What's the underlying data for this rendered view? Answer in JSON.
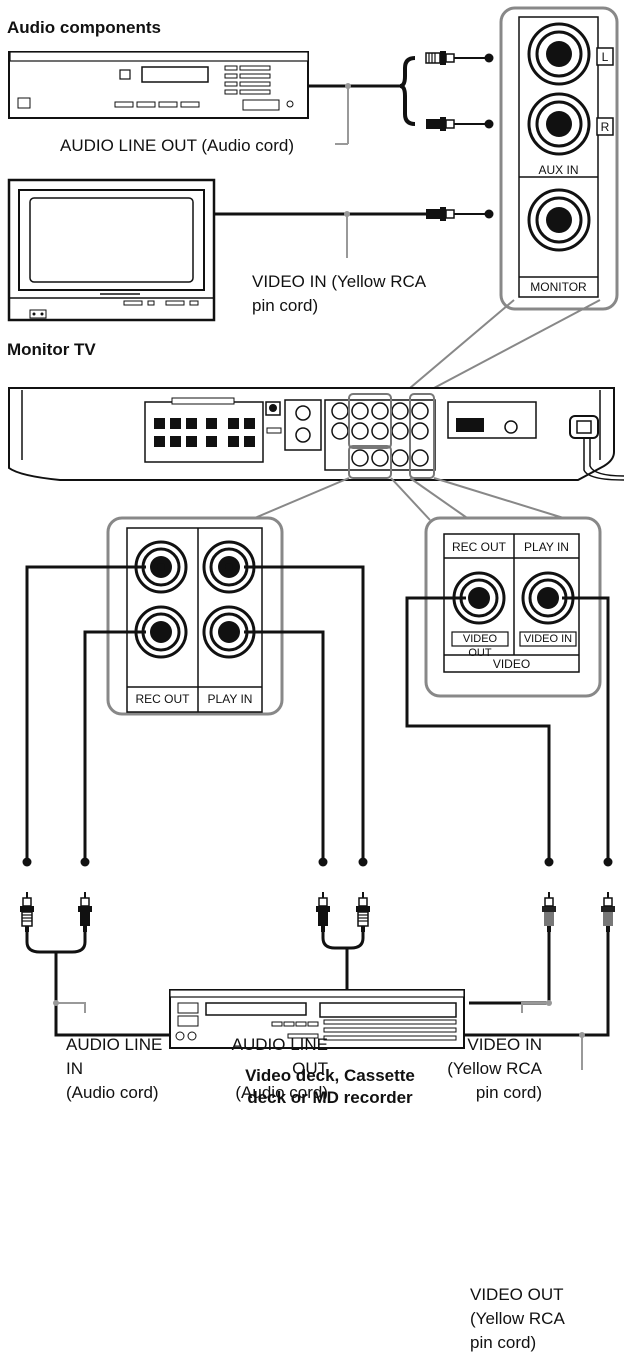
{
  "headings": {
    "audio_components": "Audio components",
    "monitor_tv": "Monitor TV",
    "video_deck": [
      "Video deck, Cassette",
      "deck or MD recorder"
    ]
  },
  "callouts": {
    "audio_line_out_top": "AUDIO LINE OUT (Audio cord)",
    "video_in_top": [
      "VIDEO IN (Yellow RCA",
      "pin cord)"
    ],
    "audio_line_in": [
      "AUDIO LINE",
      "IN",
      "(Audio cord)"
    ],
    "audio_line_out": [
      "AUDIO LINE",
      "OUT",
      "(Audio cord)"
    ],
    "video_in_bottom": [
      "VIDEO IN",
      "(Yellow RCA",
      "pin cord)"
    ],
    "video_out": [
      "VIDEO OUT",
      "(Yellow RCA",
      "pin cord)"
    ]
  },
  "jack_labels": {
    "left": "L",
    "right": "R",
    "aux_in": "AUX IN",
    "monitor": "MONITOR",
    "rec_out": "REC OUT",
    "play_in": "PLAY IN",
    "video_out": "VIDEO OUT",
    "video_in": "VIDEO IN",
    "video": "VIDEO"
  }
}
